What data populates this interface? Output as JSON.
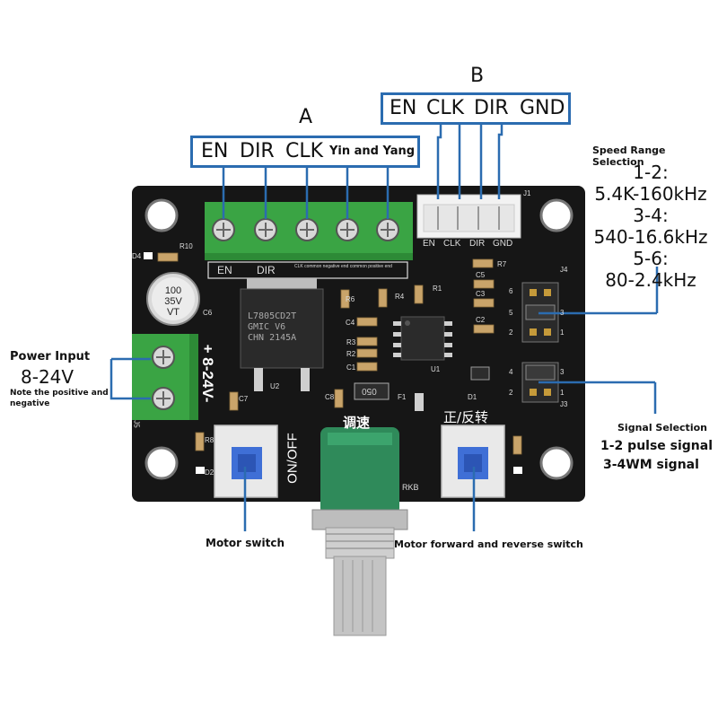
{
  "labels": {
    "group_a": {
      "title": "A",
      "pins": [
        "EN",
        "DIR",
        "CLK"
      ],
      "extra": "Yin and Yang"
    },
    "group_b": {
      "title": "B",
      "pins": [
        "EN",
        "CLK",
        "DIR",
        "GND"
      ]
    }
  },
  "speed": {
    "title": "Speed Range Selection",
    "ranges": [
      "1-2:",
      "5.4K-160kHz",
      "3-4:",
      "540-16.6kHz",
      "5-6:",
      "80-2.4kHz"
    ]
  },
  "power": {
    "title": "Power Input",
    "voltage": "8-24V",
    "note": "Note the positive and negative"
  },
  "signal": {
    "title": "Signal Selection",
    "opt1": "1-2 pulse signal",
    "opt2": "3-4WM signal"
  },
  "motor_switch": "Motor switch",
  "direction_switch": "Motor forward and reverse switch",
  "board": {
    "term_labels": [
      "EN",
      "DIR"
    ],
    "term_note": "CLK common negative end common positive end",
    "connector_pins": [
      "EN",
      "CLK",
      "DIR",
      "GND"
    ],
    "connector_id": "J1",
    "cap": [
      "100",
      "35V",
      "VT"
    ],
    "cap_id": "C6",
    "reg": [
      "L7805CD2T",
      "GMIC V6",
      "CHN 2145A"
    ],
    "power_mark": "+ 8-24V-",
    "power_id": "J5",
    "on_off": "ON/OFF",
    "speed_cn": "调速",
    "dir_cn": "正/反转",
    "rkb": "RKB",
    "fuse": "050",
    "designators": [
      "R10",
      "D4",
      "R7",
      "C5",
      "C3",
      "C2",
      "R6",
      "R4",
      "R1",
      "C4",
      "R3",
      "R2",
      "C1",
      "U1",
      "D1",
      "F1",
      "C8",
      "U2",
      "C7",
      "R8",
      "D2",
      "J3",
      "J4"
    ],
    "jumper_nums_top": [
      "6",
      "5",
      "3",
      "1",
      "2"
    ],
    "jumper_nums_bottom": [
      "4",
      "3",
      "2",
      "1"
    ]
  },
  "colors": {
    "blue": "#2b6cb0",
    "pcb": "#161616",
    "terminal": "#3aa444",
    "knob": "#2f8a5a"
  }
}
